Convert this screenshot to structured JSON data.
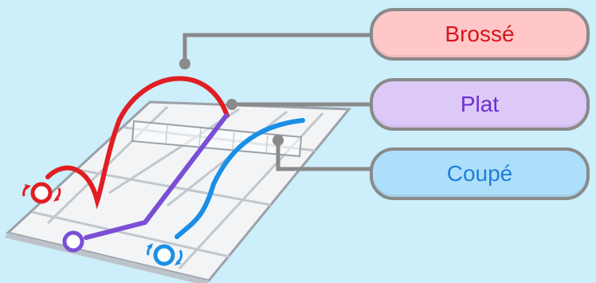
{
  "labels": {
    "brosse": "Brossé",
    "plat": "Plat",
    "coupe": "Coupé"
  },
  "colors": {
    "background": "#cdeefb",
    "brosse": "#e01e23",
    "plat": "#7a4fd6",
    "coupe": "#1a8fe6",
    "leader_line": "#8a8a8a",
    "court_fill": "#f2f4f6",
    "court_lines": "#c2c7cc"
  },
  "icons": {
    "topspin_marker": "ball-with-forward-spin-icon",
    "flat_marker": "ball-without-spin-icon",
    "slice_marker": "ball-with-backspin-icon"
  }
}
